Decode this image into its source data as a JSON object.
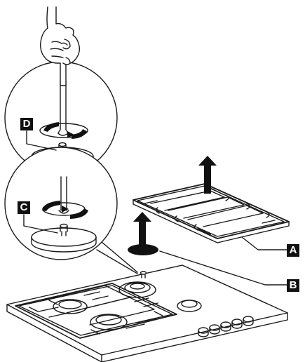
{
  "labels": {
    "a": "A",
    "b": "B",
    "c": "C",
    "d": "D"
  },
  "colors": {
    "line": "#1a1a1a",
    "label_bg": "#111111",
    "label_text": "#ffffff",
    "cap": "#111111"
  },
  "icons": {
    "hand": "hand-holding-screwdriver-icon",
    "rotate": "counter-clockwise-arrow-icon",
    "lift": "up-arrow-icon"
  }
}
